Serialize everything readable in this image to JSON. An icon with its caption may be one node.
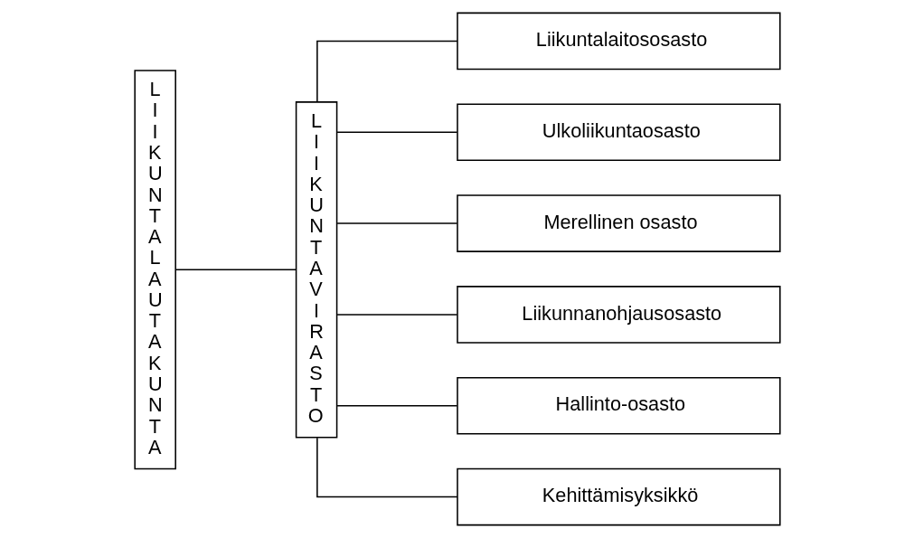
{
  "diagram": {
    "nodes": [
      {
        "text": [
          "LIIKUNTALAUTAKUNTA"
        ]
      },
      {
        "text": [
          "LIIKUNTAVIRASTO"
        ]
      },
      {
        "text": [
          "Liikuntalaitososasto"
        ]
      },
      {
        "text": [
          "Ulkoliikuntaosasto"
        ]
      },
      {
        "text": [
          "Merellinen osasto"
        ]
      },
      {
        "text": [
          "Liikunnanohjausosasto"
        ]
      },
      {
        "text": [
          "Hallinto-osasto"
        ]
      },
      {
        "text": [
          "Kehittämisyksikkö"
        ]
      }
    ],
    "edges": [
      {
        "from": 0,
        "to": 1,
        "arrow": "none"
      },
      {
        "from": 1,
        "to": 2,
        "arrow": "none"
      },
      {
        "from": 1,
        "to": 3,
        "arrow": "none"
      },
      {
        "from": 1,
        "to": 4,
        "arrow": "none"
      },
      {
        "from": 1,
        "to": 5,
        "arrow": "none"
      },
      {
        "from": 1,
        "to": 6,
        "arrow": "none"
      },
      {
        "from": 1,
        "to": 7,
        "arrow": "none"
      }
    ]
  }
}
